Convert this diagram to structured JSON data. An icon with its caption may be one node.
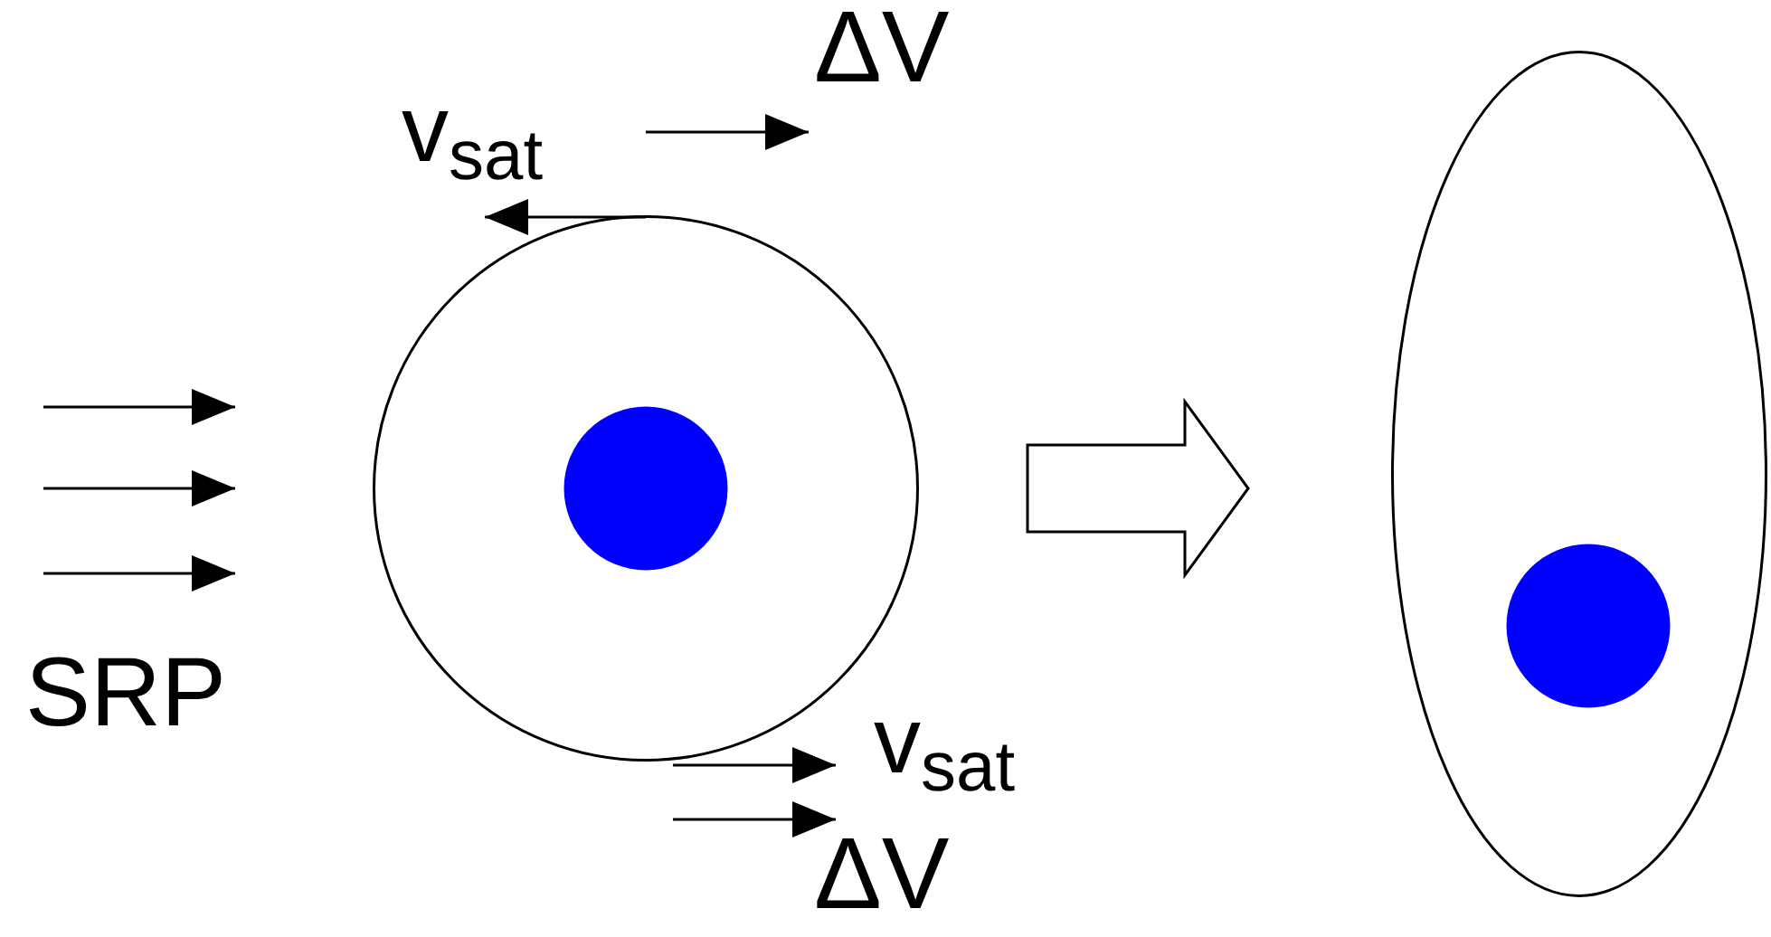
{
  "diagram": {
    "nodes": [
      {
        "text": [],
        "shape": "circle"
      },
      {
        "text": [],
        "shape": "circle",
        "in": 0
      },
      {
        "text": [],
        "shape": "ellipse"
      },
      {
        "text": [],
        "shape": "circle",
        "in": 2
      }
    ],
    "edges": [
      {
        "from": 0,
        "to": 2,
        "arrow": "to",
        "style": "thick"
      }
    ],
    "labels": [
      "ΔV",
      "v$_{sat}$",
      "SRP",
      "v$_{sat}$",
      "ΔV"
    ]
  }
}
